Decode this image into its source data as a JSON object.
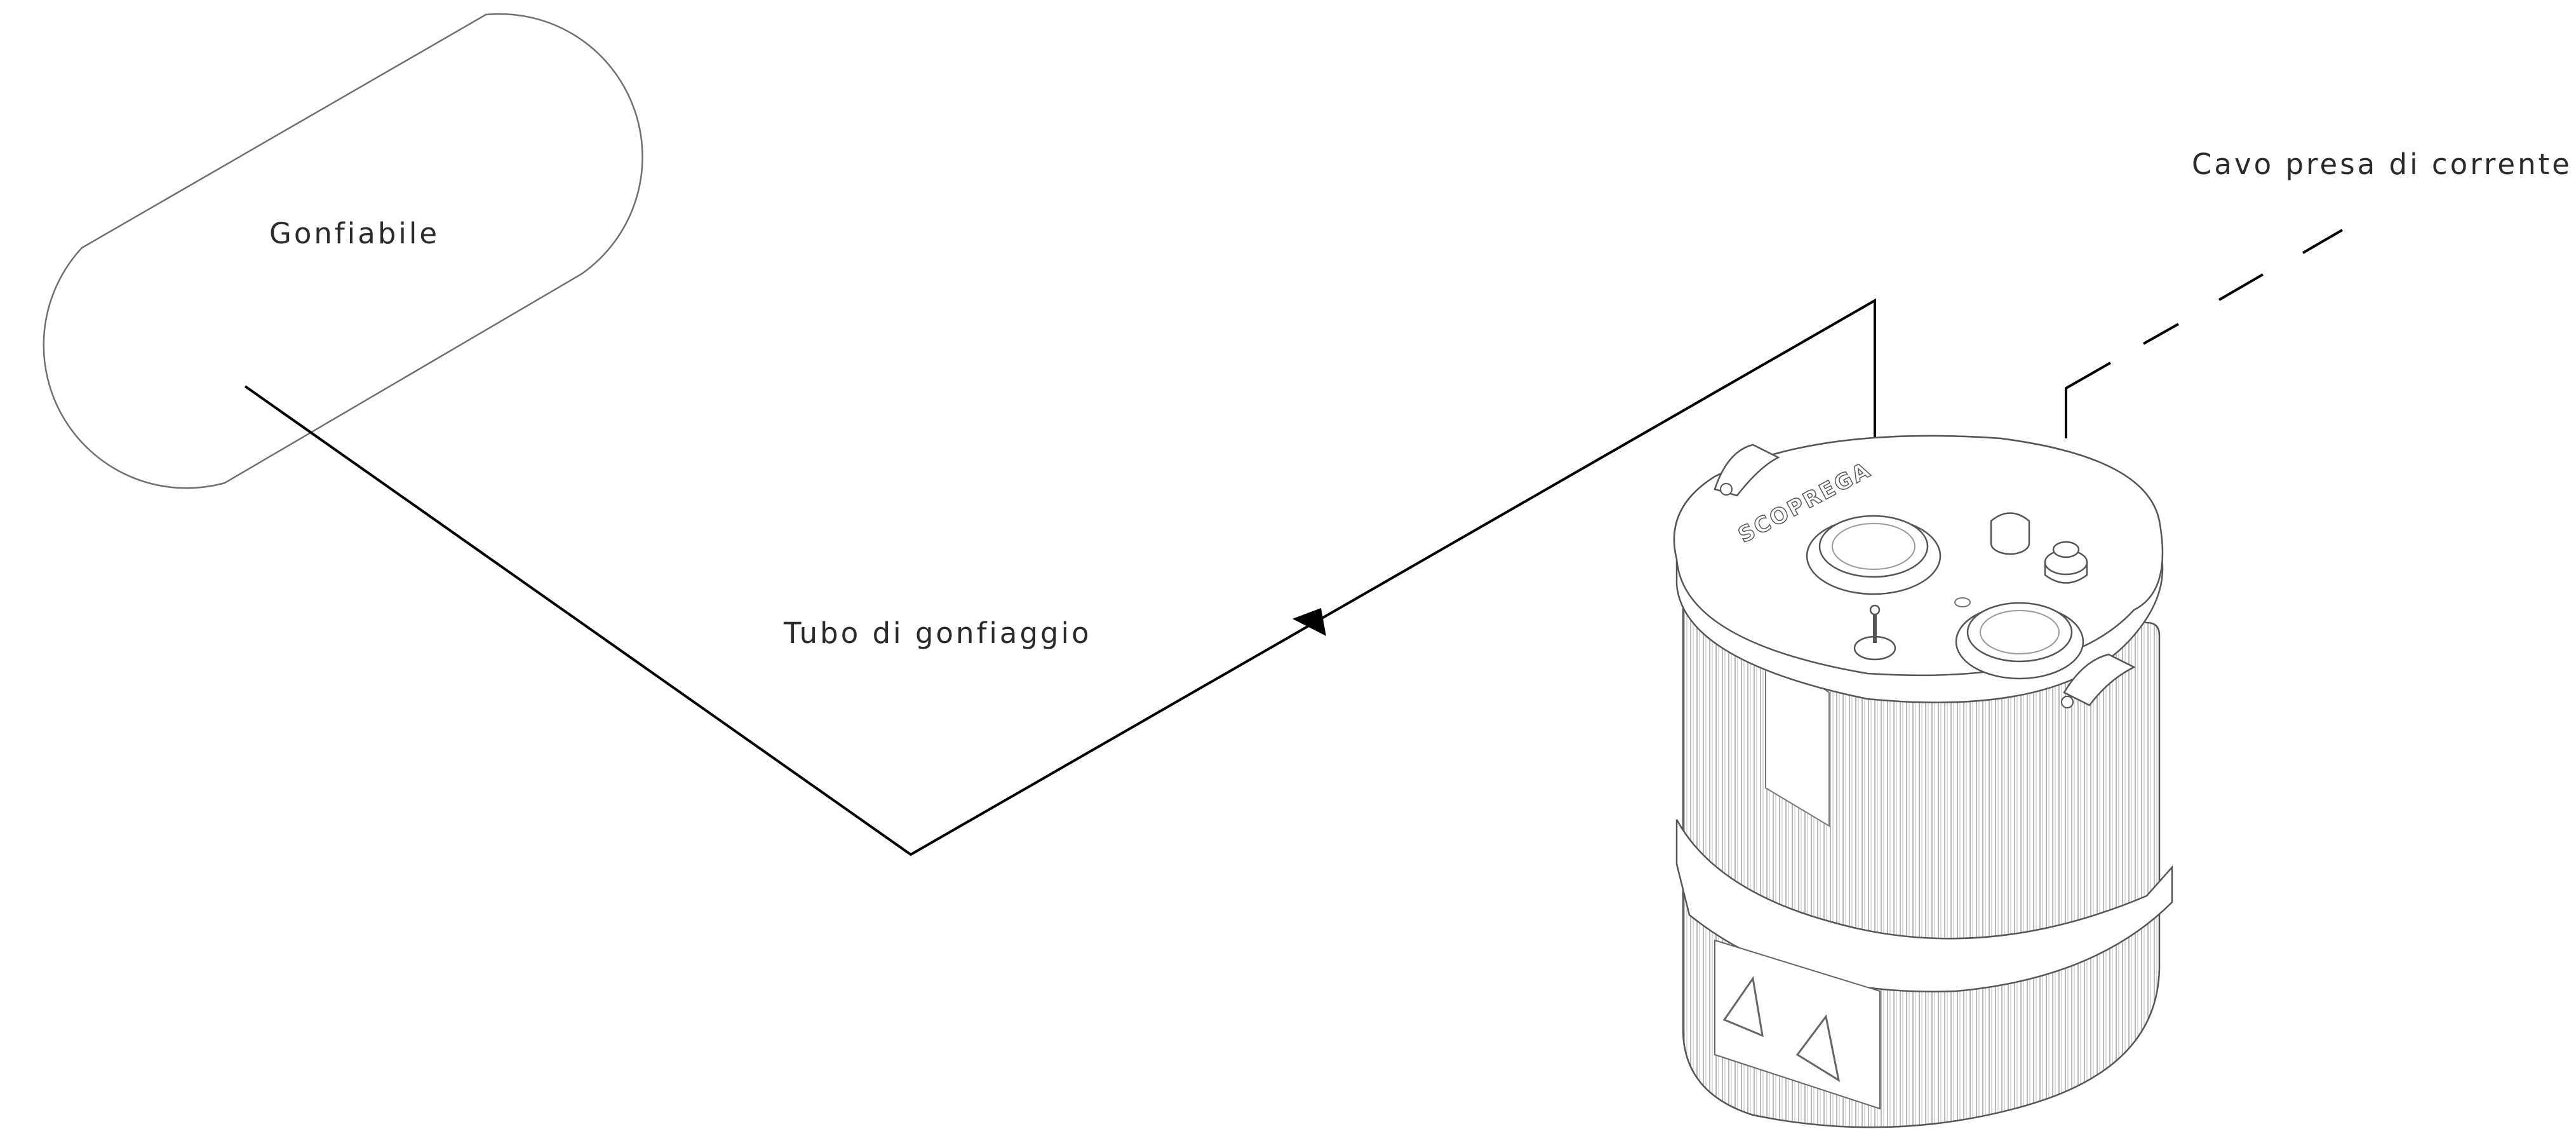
{
  "labels": {
    "inflatable": "Gonfiabile",
    "tube": "Tubo di gonfiaggio",
    "power_cable": "Cavo presa di corrente"
  },
  "colors": {
    "line": "#000000",
    "outline": "#6f6f6f",
    "detail": "#9a9a9a",
    "text": "#2b2b2b",
    "background": "#ffffff"
  },
  "blower": {
    "brand": "SCOPREGA"
  }
}
